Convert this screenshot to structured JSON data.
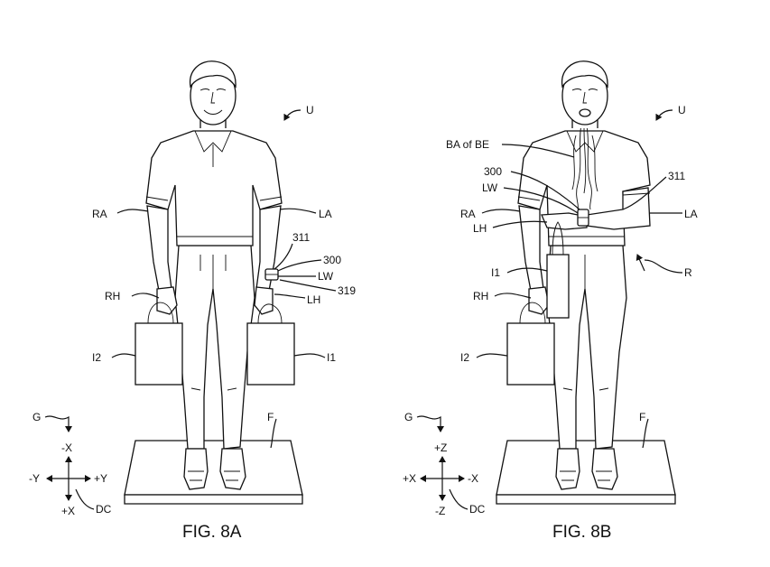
{
  "fig_a": {
    "caption": "FIG. 8A",
    "labels": {
      "U": "U",
      "RA": "RA",
      "LA": "LA",
      "ref311": "311",
      "ref300": "300",
      "LW": "LW",
      "ref319": "319",
      "RH": "RH",
      "LH": "LH",
      "I2": "I2",
      "I1": "I1",
      "G": "G",
      "F": "F",
      "DC": "DC"
    },
    "axes": {
      "up": "-X",
      "down": "+X",
      "left": "-Y",
      "right": "+Y"
    }
  },
  "fig_b": {
    "caption": "FIG. 8B",
    "labels": {
      "U": "U",
      "BA": "BA of BE",
      "ref300": "300",
      "LW": "LW",
      "ref311": "311",
      "RA": "RA",
      "LA": "LA",
      "LH": "LH",
      "R": "R",
      "I1": "I1",
      "RH": "RH",
      "I2": "I2",
      "G": "G",
      "F": "F",
      "DC": "DC"
    },
    "axes": {
      "up": "+Z",
      "down": "-Z",
      "left": "+X",
      "right": "-X"
    }
  }
}
